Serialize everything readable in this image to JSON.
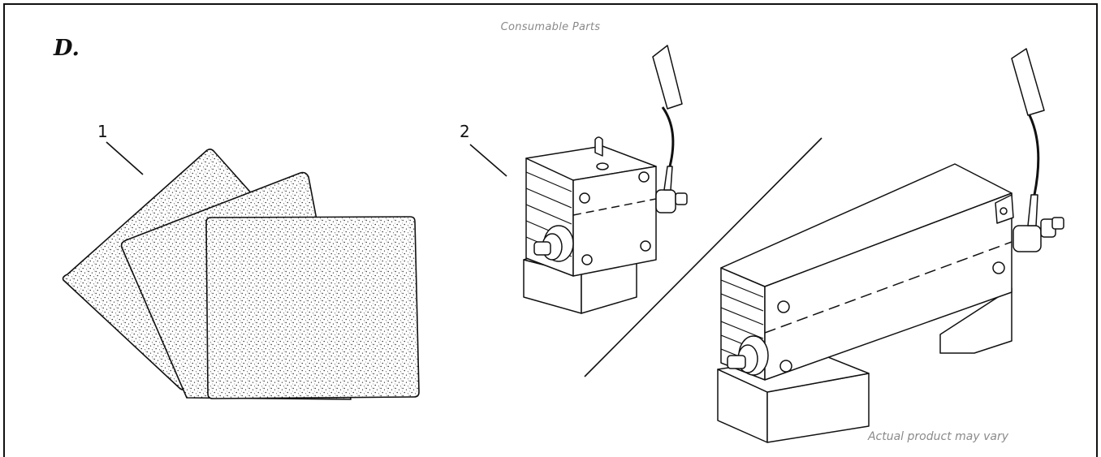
{
  "header": {
    "title": "Consumable Parts"
  },
  "section_label": "D.",
  "callouts": {
    "item1": "1",
    "item2": "2"
  },
  "footer": {
    "caption": "Actual product may vary"
  }
}
